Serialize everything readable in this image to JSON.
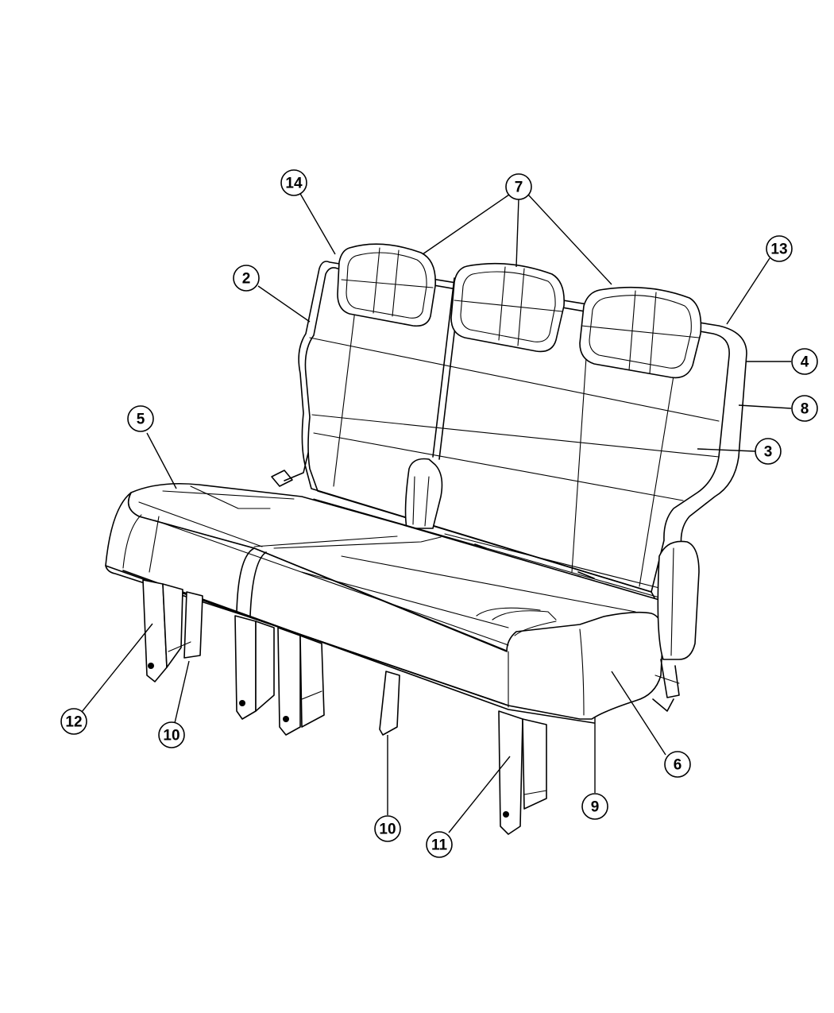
{
  "callouts": [
    {
      "id": "c14",
      "label": "14"
    },
    {
      "id": "c7",
      "label": "7"
    },
    {
      "id": "c13",
      "label": "13"
    },
    {
      "id": "c2",
      "label": "2"
    },
    {
      "id": "c4",
      "label": "4"
    },
    {
      "id": "c8",
      "label": "8"
    },
    {
      "id": "c3",
      "label": "3"
    },
    {
      "id": "c5",
      "label": "5"
    },
    {
      "id": "c12",
      "label": "12"
    },
    {
      "id": "c10a",
      "label": "10"
    },
    {
      "id": "c10b",
      "label": "10"
    },
    {
      "id": "c11",
      "label": "11"
    },
    {
      "id": "c9",
      "label": "9"
    },
    {
      "id": "c6",
      "label": "6"
    }
  ]
}
